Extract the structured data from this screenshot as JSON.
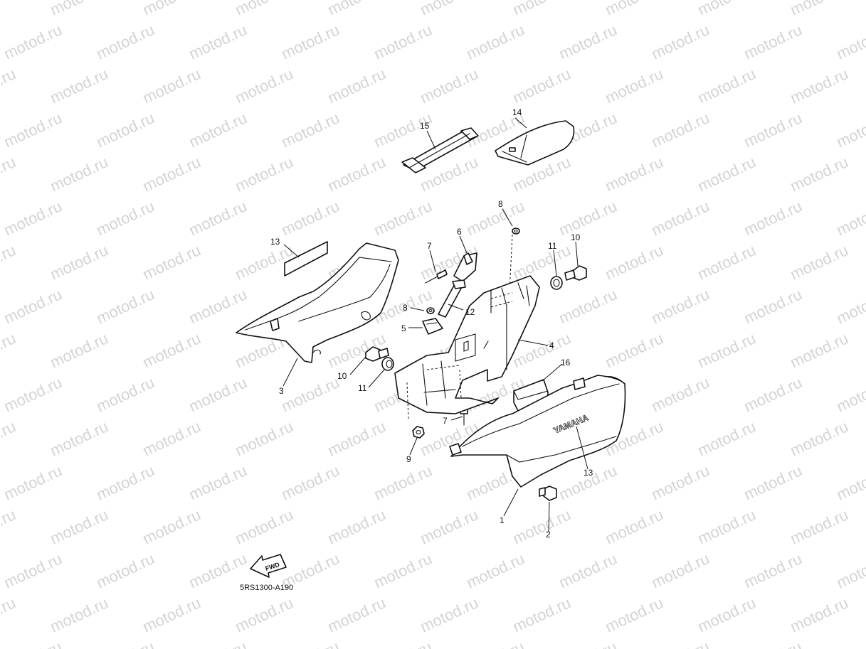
{
  "watermark": "motod.ru",
  "diagram_code": "5RS1300-A190",
  "fwd_label": "FWD",
  "emblem_text": "YAMAHA",
  "callouts": [
    "1",
    "2",
    "3",
    "4",
    "5",
    "6",
    "7",
    "7",
    "8",
    "8",
    "9",
    "10",
    "10",
    "11",
    "11",
    "12",
    "13",
    "13",
    "14",
    "15",
    "16"
  ]
}
